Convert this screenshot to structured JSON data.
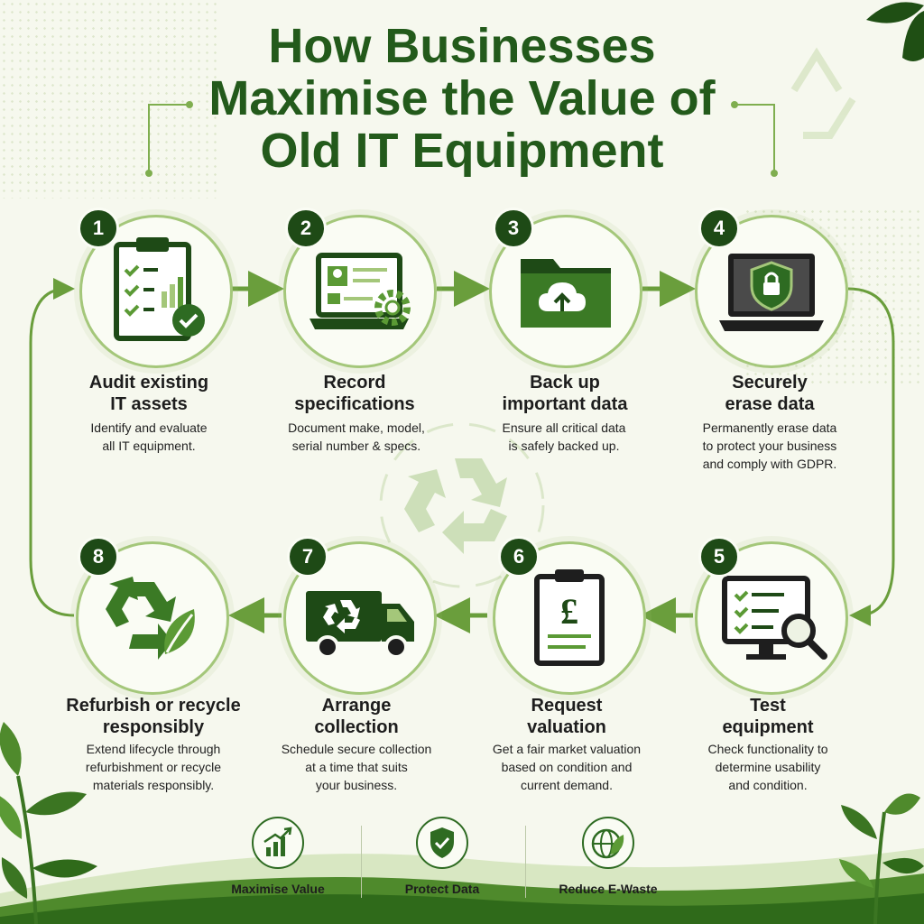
{
  "title": {
    "line1": "How Businesses",
    "line2": "Maximise the Value of",
    "line3": "Old IT Equipment"
  },
  "steps": [
    {
      "number": "1",
      "title_line1": "Audit existing",
      "title_line2": "IT assets",
      "desc_line1": "Identify and evaluate",
      "desc_line2": "all IT equipment.",
      "desc_line3": "",
      "icon": "clipboard-checklist-icon"
    },
    {
      "number": "2",
      "title_line1": "Record",
      "title_line2": "specifications",
      "desc_line1": "Document make, model,",
      "desc_line2": "serial number & specs.",
      "desc_line3": "",
      "icon": "laptop-gear-icon"
    },
    {
      "number": "3",
      "title_line1": "Back up",
      "title_line2": "important data",
      "desc_line1": "Ensure all critical data",
      "desc_line2": "is safely backed up.",
      "desc_line3": "",
      "icon": "folder-cloud-upload-icon"
    },
    {
      "number": "4",
      "title_line1": "Securely",
      "title_line2": "erase data",
      "desc_line1": "Permanently erase data",
      "desc_line2": "to protect your business",
      "desc_line3": "and comply with GDPR.",
      "icon": "laptop-shield-lock-icon"
    },
    {
      "number": "5",
      "title_line1": "Test",
      "title_line2": "equipment",
      "desc_line1": "Check functionality to",
      "desc_line2": "determine usability",
      "desc_line3": "and condition.",
      "icon": "monitor-magnifier-icon"
    },
    {
      "number": "6",
      "title_line1": "Request",
      "title_line2": "valuation",
      "desc_line1": "Get a fair market valuation",
      "desc_line2": "based on condition and",
      "desc_line3": "current demand.",
      "icon": "clipboard-pound-icon"
    },
    {
      "number": "7",
      "title_line1": "Arrange",
      "title_line2": "collection",
      "desc_line1": "Schedule secure collection",
      "desc_line2": "at a time that suits",
      "desc_line3": "your business.",
      "icon": "recycling-truck-icon"
    },
    {
      "number": "8",
      "title_line1": "Refurbish or recycle",
      "title_line2": "responsibly",
      "desc_line1": "Extend lifecycle through",
      "desc_line2": "refurbishment or recycle",
      "desc_line3": "materials responsibly.",
      "icon": "recycle-leaf-icon"
    }
  ],
  "benefits": [
    {
      "label": "Maximise Value",
      "icon": "growth-chart-icon"
    },
    {
      "label": "Protect Data",
      "icon": "shield-check-icon"
    },
    {
      "label": "Reduce E-Waste",
      "icon": "globe-leaf-icon"
    }
  ],
  "colors": {
    "dark_green": "#1e4a16",
    "title_green": "#235a1b",
    "accent_green": "#6a9e3c",
    "light_green": "#a4c77a",
    "background": "#f6f8ee"
  }
}
